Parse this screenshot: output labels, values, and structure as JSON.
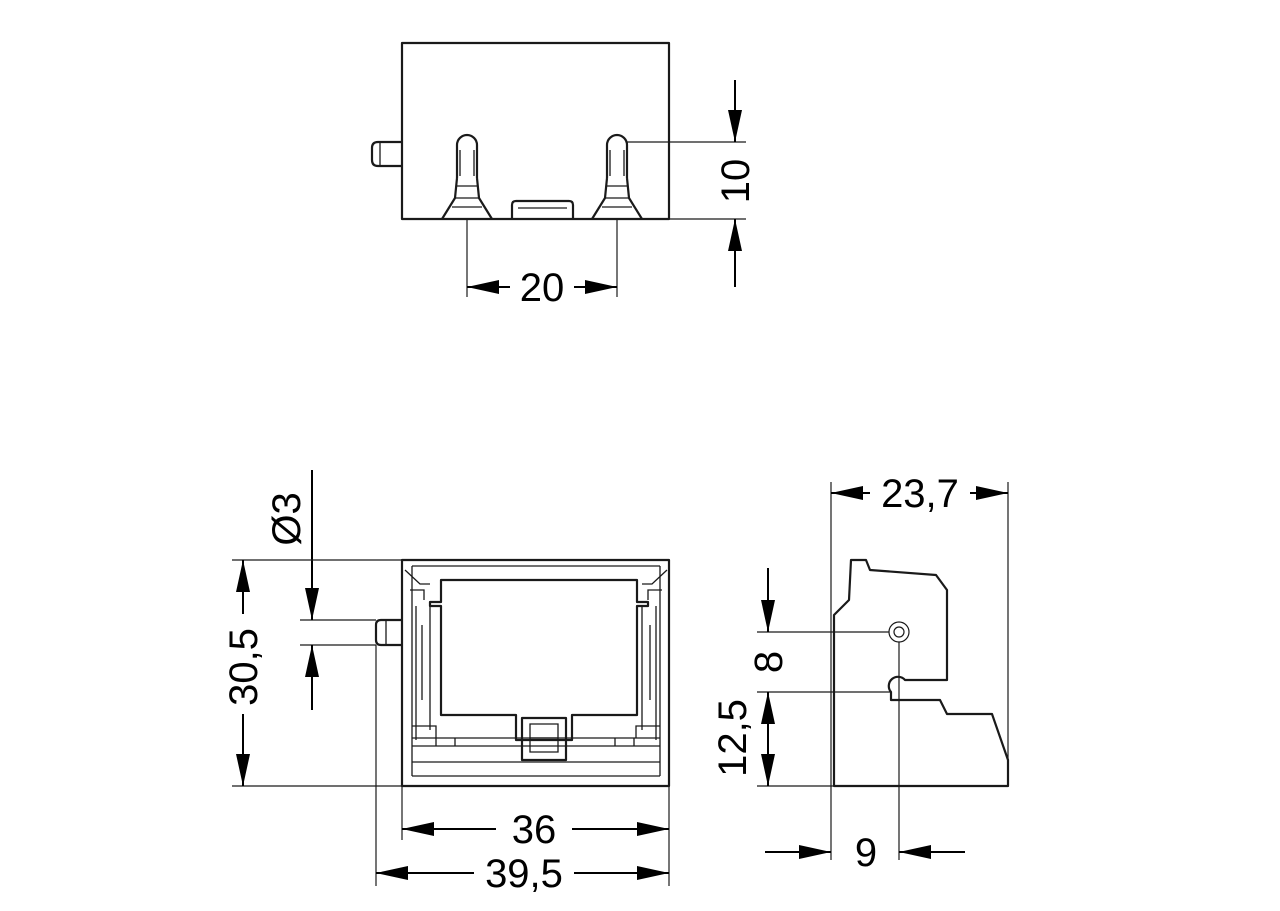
{
  "dimensions": {
    "top_view_pin_pitch": "20",
    "top_view_pin_length": "10",
    "front_view_pin_diameter": "Ø3",
    "front_view_height": "30,5",
    "front_view_body_width": "36",
    "front_view_overall_width": "39,5",
    "side_view_depth": "23,7",
    "side_view_hole_offset": "8",
    "side_view_lower_offset": "12,5",
    "side_view_hole_inset": "9"
  },
  "colors": {
    "line": "#1a1a1a",
    "background": "#ffffff"
  }
}
